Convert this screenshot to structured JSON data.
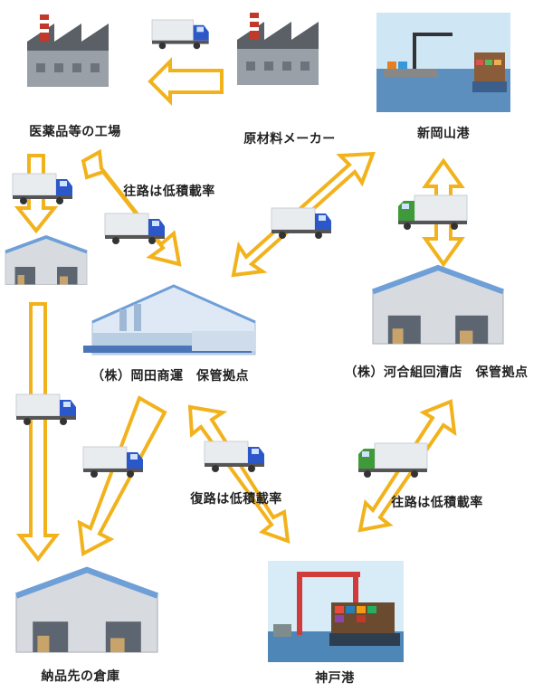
{
  "nodes": {
    "factory": "医薬品等の工場",
    "raw_maker": "原材料メーカー",
    "shin_okayama_port": "新岡山港",
    "okada_unyu": "（株）岡田商運　保管拠点",
    "kawai_gumi": "（株）河合組回漕店　保管拠点",
    "delivery_warehouse": "納品先の倉庫",
    "kobe_port": "神戸港"
  },
  "notes": {
    "outbound_low_load_top": "往路は低積載率",
    "return_low_load": "復路は低積載率",
    "outbound_low_load_bottom": "往路は低積載率"
  },
  "colors": {
    "arrow_fill": "#ffffff",
    "arrow_stroke": "#f2b21c",
    "truck_cab_blue": "#2b57c8",
    "truck_cab_green": "#3f9b3a",
    "building_gray": "#9aa3ae",
    "roof_blue": "#6e9fd6"
  }
}
